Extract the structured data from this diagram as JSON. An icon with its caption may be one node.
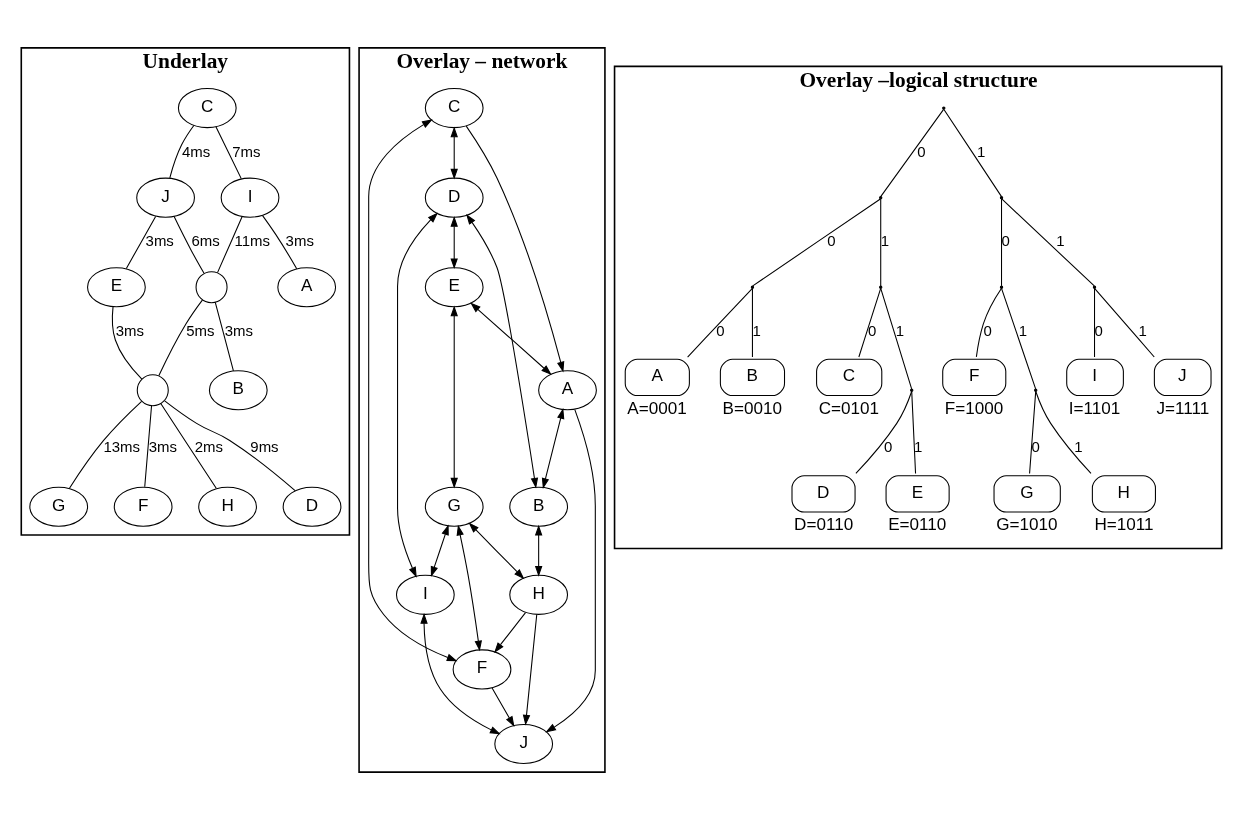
{
  "diagram": {
    "nodes": [
      {
        "text": [
          "Underlay"
        ]
      },
      {
        "text": [
          "C"
        ],
        "in": 0
      },
      {
        "text": [
          "J"
        ],
        "in": 0
      },
      {
        "text": [
          "G"
        ],
        "in": 0
      },
      {
        "text": [
          "E"
        ],
        "in": 0
      },
      {
        "text": [
          "I"
        ],
        "in": 0
      },
      {
        "text": [
          "F"
        ],
        "in": 0
      },
      {
        "text": [
          "A"
        ],
        "in": 0
      },
      {
        "text": [],
        "shape": "circle",
        "in": 0
      },
      {
        "text": [],
        "shape": "circle",
        "in": 0
      },
      {
        "text": [
          "H"
        ],
        "in": 0
      },
      {
        "text": [
          "D"
        ],
        "in": 0
      },
      {
        "text": [
          "B"
        ],
        "in": 0
      },
      {
        "text": [
          "Overlay – network"
        ]
      },
      {
        "text": [
          "D"
        ],
        "in": 13
      },
      {
        "text": [
          "C"
        ],
        "in": 13
      },
      {
        "text": [
          "E"
        ],
        "in": 13
      },
      {
        "text": [
          "G"
        ],
        "in": 13
      },
      {
        "text": [
          "I"
        ],
        "in": 13
      },
      {
        "text": [
          "F"
        ],
        "in": 13
      },
      {
        "text": [
          "A"
        ],
        "in": 13
      },
      {
        "text": [
          "J"
        ],
        "in": 13
      },
      {
        "text": [
          "H"
        ],
        "in": 13
      },
      {
        "text": [
          "B"
        ],
        "in": 13
      },
      {
        "text": [
          "Overlay –logical structure"
        ]
      },
      {
        "text": [],
        "shape": "point",
        "in": 24
      },
      {
        "text": [],
        "shape": "point",
        "in": 24
      },
      {
        "text": [],
        "shape": "point",
        "in": 24
      },
      {
        "text": [],
        "shape": "point",
        "in": 24
      },
      {
        "text": [],
        "shape": "point",
        "in": 24
      },
      {
        "text": [],
        "shape": "point",
        "in": 24
      },
      {
        "text": [],
        "shape": "point",
        "in": 24
      },
      {
        "text": [
          "A"
        ],
        "beside": [
          "A=0001"
        ],
        "in": 24
      },
      {
        "text": [
          "B"
        ],
        "beside": [
          "B=0010"
        ],
        "in": 24
      },
      {
        "text": [
          "C"
        ],
        "beside": [
          "C=0101"
        ],
        "in": 24
      },
      {
        "text": [],
        "shape": "point",
        "in": 24
      },
      {
        "text": [
          "F"
        ],
        "beside": [
          "F=1000"
        ],
        "in": 24
      },
      {
        "text": [],
        "shape": "point",
        "in": 24
      },
      {
        "text": [
          "I"
        ],
        "beside": [
          "I=1101"
        ],
        "in": 24
      },
      {
        "text": [
          "J"
        ],
        "beside": [
          "J=1111"
        ],
        "in": 24
      },
      {
        "text": [
          "D"
        ],
        "beside": [
          "D=0110"
        ],
        "in": 24
      },
      {
        "text": [
          "E"
        ],
        "beside": [
          "E=0110"
        ],
        "in": 24
      },
      {
        "text": [
          "G"
        ],
        "beside": [
          "G=1010"
        ],
        "in": 24
      },
      {
        "text": [
          "H"
        ],
        "beside": [
          "H=1011"
        ],
        "in": 24
      }
    ],
    "edges": [
      {
        "from": 1,
        "to": 2,
        "arrow": "none",
        "label": "4ms"
      },
      {
        "from": 2,
        "to": 4,
        "arrow": "none",
        "label": "3ms"
      },
      {
        "from": 1,
        "to": 5,
        "arrow": "none",
        "label": "7ms"
      },
      {
        "from": 5,
        "to": 7,
        "arrow": "none",
        "label": "3ms"
      },
      {
        "from": 5,
        "to": 9,
        "arrow": "none",
        "label": "11ms"
      },
      {
        "from": 2,
        "to": 9,
        "arrow": "none",
        "label": "6ms"
      },
      {
        "from": 9,
        "to": 12,
        "arrow": "none",
        "label": "3ms"
      },
      {
        "from": 9,
        "to": 8,
        "arrow": "none",
        "label": "5ms"
      },
      {
        "from": 4,
        "to": 8,
        "arrow": "none",
        "label": "3ms"
      },
      {
        "from": 8,
        "to": 3,
        "arrow": "none",
        "label": "13ms"
      },
      {
        "from": 8,
        "to": 6,
        "arrow": "none",
        "label": "3ms"
      },
      {
        "from": 8,
        "to": 11,
        "arrow": "none",
        "label": "9ms"
      },
      {
        "from": 8,
        "to": 10,
        "arrow": "none",
        "label": "2ms"
      },
      {
        "from": 15,
        "to": 14,
        "arrow": "both"
      },
      {
        "from": 14,
        "to": 16,
        "arrow": "both"
      },
      {
        "from": 16,
        "to": 17,
        "arrow": "both"
      },
      {
        "from": 14,
        "to": 18,
        "arrow": "both"
      },
      {
        "from": 14,
        "to": 23,
        "arrow": "both"
      },
      {
        "from": 15,
        "to": 19,
        "arrow": "both"
      },
      {
        "from": 15,
        "to": 20,
        "arrow": "to"
      },
      {
        "from": 16,
        "to": 20,
        "arrow": "both"
      },
      {
        "from": 17,
        "to": 18,
        "arrow": "both"
      },
      {
        "from": 17,
        "to": 19,
        "arrow": "both"
      },
      {
        "from": 18,
        "to": 21,
        "arrow": "both"
      },
      {
        "from": 20,
        "to": 21,
        "arrow": "to"
      },
      {
        "from": 20,
        "to": 23,
        "arrow": "both"
      },
      {
        "from": 17,
        "to": 22,
        "arrow": "both"
      },
      {
        "from": 22,
        "to": 19,
        "arrow": "to"
      },
      {
        "from": 22,
        "to": 21,
        "arrow": "to"
      },
      {
        "from": 23,
        "to": 22,
        "arrow": "both"
      },
      {
        "from": 19,
        "to": 21,
        "arrow": "to"
      },
      {
        "from": 25,
        "to": 26,
        "arrow": "none",
        "label": "0"
      },
      {
        "from": 25,
        "to": 27,
        "arrow": "none",
        "label": "1"
      },
      {
        "from": 26,
        "to": 28,
        "arrow": "none",
        "label": "0"
      },
      {
        "from": 26,
        "to": 29,
        "arrow": "none",
        "label": "1"
      },
      {
        "from": 27,
        "to": 30,
        "arrow": "none",
        "label": "0"
      },
      {
        "from": 27,
        "to": 31,
        "arrow": "none",
        "label": "1"
      },
      {
        "from": 28,
        "to": 32,
        "arrow": "none",
        "label": "0"
      },
      {
        "from": 28,
        "to": 33,
        "arrow": "none",
        "label": "1"
      },
      {
        "from": 29,
        "to": 34,
        "arrow": "none",
        "label": "0"
      },
      {
        "from": 29,
        "to": 35,
        "arrow": "none",
        "label": "1"
      },
      {
        "from": 35,
        "to": 40,
        "arrow": "none",
        "label": "0"
      },
      {
        "from": 35,
        "to": 41,
        "arrow": "none",
        "label": "1"
      },
      {
        "from": 30,
        "to": 36,
        "arrow": "none",
        "label": "0"
      },
      {
        "from": 30,
        "to": 37,
        "arrow": "none",
        "label": "1"
      },
      {
        "from": 37,
        "to": 42,
        "arrow": "none",
        "label": "0"
      },
      {
        "from": 37,
        "to": 43,
        "arrow": "none",
        "label": "1"
      },
      {
        "from": 31,
        "to": 38,
        "arrow": "none",
        "label": "0"
      },
      {
        "from": 31,
        "to": 39,
        "arrow": "none",
        "label": "1"
      }
    ]
  }
}
